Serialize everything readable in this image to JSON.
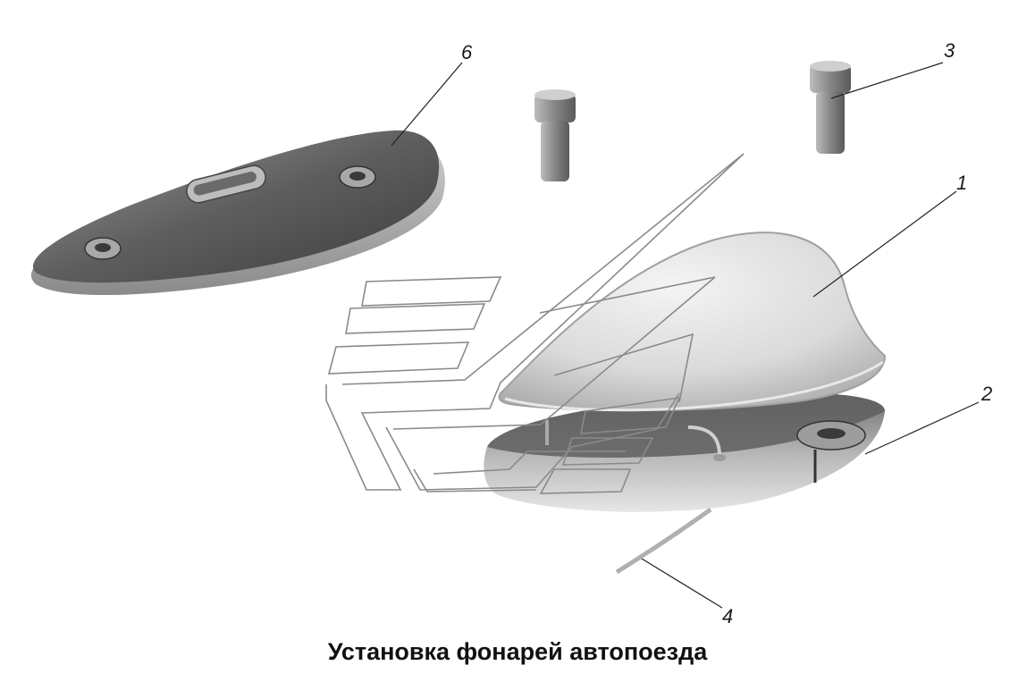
{
  "caption": "Установка фонарей автопоезда",
  "callouts": {
    "n1": "1",
    "n2": "2",
    "n3": "3",
    "n4": "4",
    "n6": "6"
  }
}
